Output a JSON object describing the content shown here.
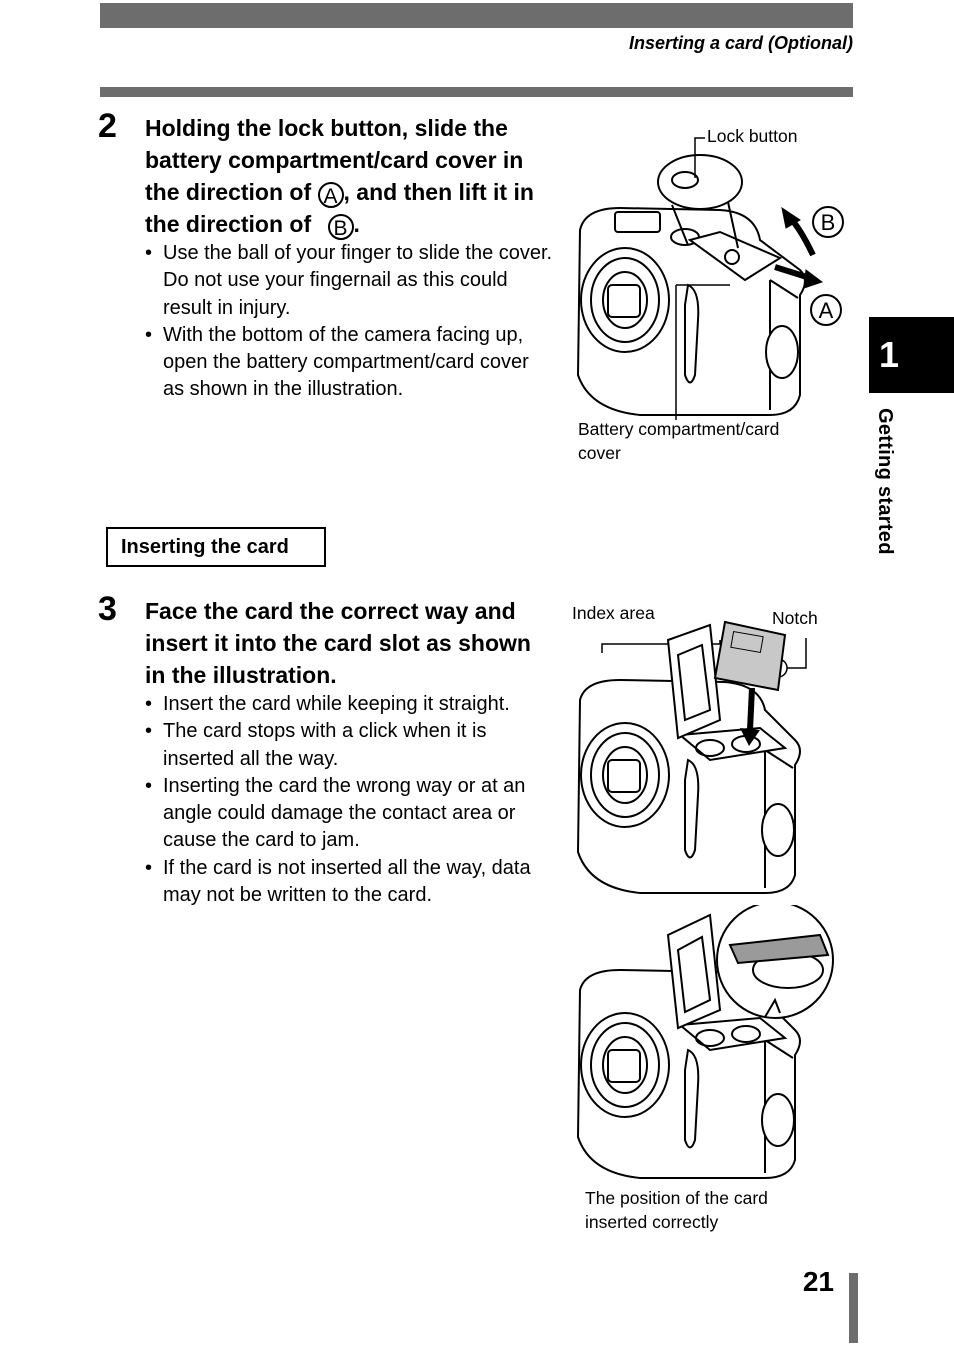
{
  "header": {
    "running_title": "Inserting a card (Optional)"
  },
  "chapter": {
    "number": "1",
    "label": "Getting started"
  },
  "step2": {
    "number": "2",
    "title_parts": [
      "Holding the lock button, slide the battery compartment/card cover in the direction of",
      ", and then lift it in the direction of",
      "."
    ],
    "markers": [
      "A",
      "B"
    ],
    "bullets": [
      "Use the ball of your finger to slide the cover. Do not use your fingernail as this could result in injury.",
      "With the bottom of the camera facing up, open the battery compartment/card cover as shown in the illustration."
    ],
    "figure": {
      "lock_label": "Lock button",
      "cover_label": [
        "Battery compartment/card",
        "cover"
      ],
      "marker_b": "B",
      "marker_a": "A"
    }
  },
  "section": {
    "title": "Inserting the card"
  },
  "step3": {
    "number": "3",
    "title": "Face the card the correct way and insert it into the card slot as shown in the illustration.",
    "bullets": [
      "Insert the card while keeping it straight.",
      "The card stops with a click when it is inserted all the way.",
      "Inserting the card the wrong way or at an angle could damage the contact area or cause the card to jam.",
      "If the card is not inserted all the way, data may not be written to the card."
    ],
    "figure1": {
      "index_label": "Index area",
      "notch_label": "Notch"
    },
    "figure2": {
      "caption": [
        "The position of the card",
        "inserted correctly"
      ]
    }
  },
  "footer": {
    "page_number": "21"
  }
}
